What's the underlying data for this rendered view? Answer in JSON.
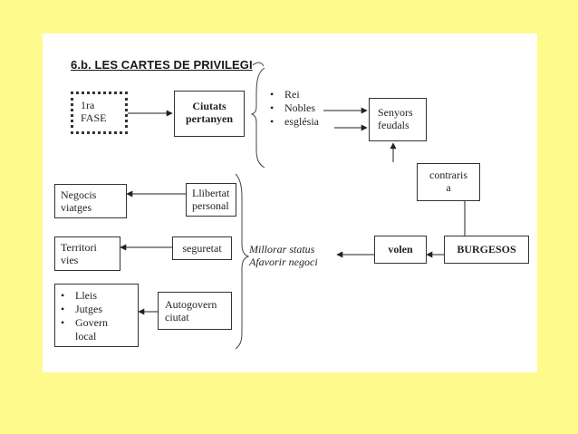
{
  "title": "6.b. LES CARTES DE PRIVILEGI",
  "first_phase": {
    "line1": "1ra",
    "line2": "FASE"
  },
  "cities": {
    "line1": "Ciutats",
    "line2": "pertanyen"
  },
  "belongs_to": [
    "Rei",
    "Nobles",
    "església"
  ],
  "lords": {
    "line1": "Senyors",
    "line2": "feudals"
  },
  "opposed": {
    "line1": "contraris",
    "line2": "a"
  },
  "bourgeois": "BURGESOS",
  "want": "volen",
  "goals": {
    "line1": "Millorar status",
    "line2": "Afavorir negoci"
  },
  "freedom": {
    "line1": "Llibertat",
    "line2": "personal"
  },
  "business": {
    "line1": "Negocis",
    "line2": "viatges"
  },
  "security": "seguretat",
  "territory": {
    "line1": "Territori",
    "line2": "vies"
  },
  "self_gov": {
    "line1": "Autogovern",
    "line2": "ciutat"
  },
  "self_gov_items": [
    "Lleis",
    "Jutges",
    "Govern"
  ],
  "self_gov_last_line": "local"
}
